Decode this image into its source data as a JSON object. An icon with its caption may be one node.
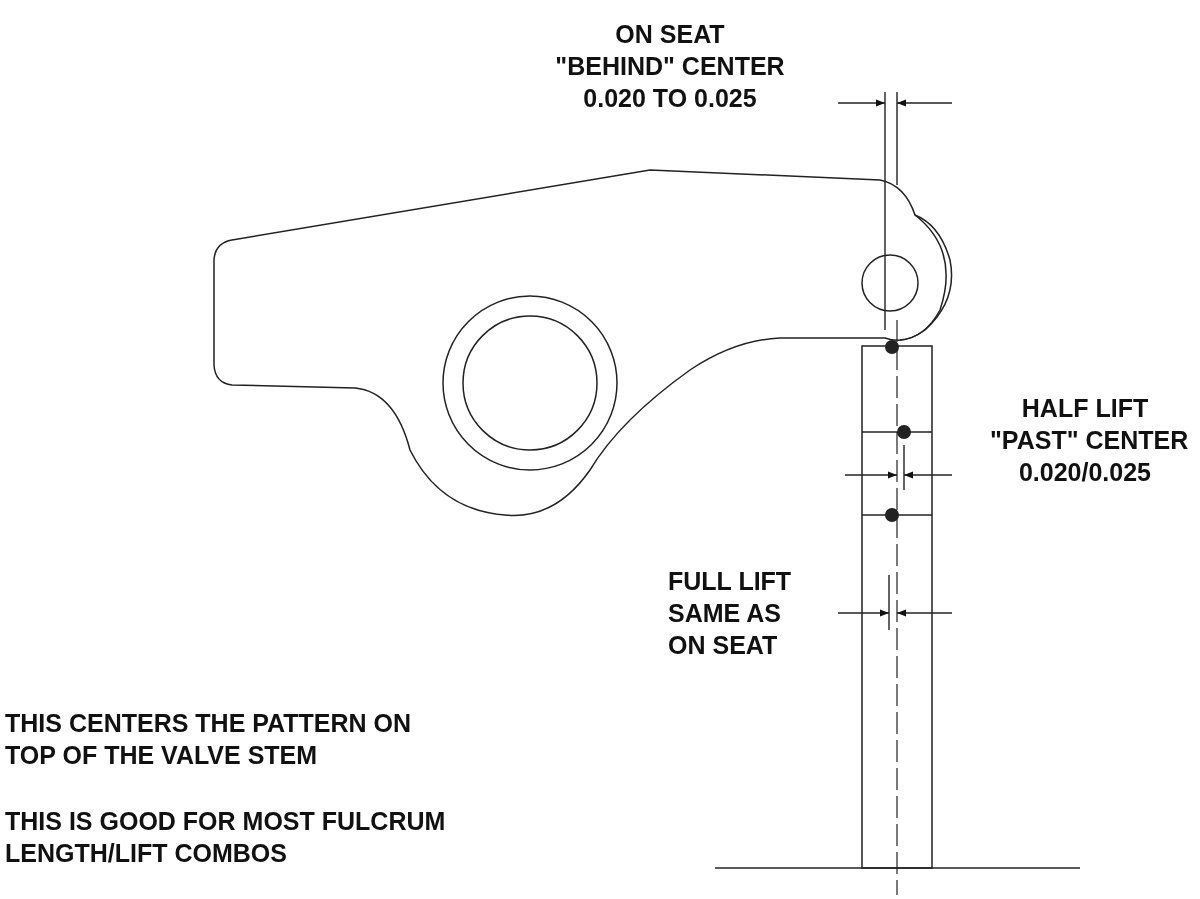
{
  "diagram": {
    "labels": [
      "ON SEAT \"BEHIND\" CENTER 0.020 TO 0.025",
      "HALF LIFT \"PAST\" CENTER 0.020/0.025",
      "FULL LIFT SAME AS ON SEAT",
      "THIS CENTERS THE PATTERN ON TOP OF THE VALVE STEM",
      "THIS IS GOOD FOR MOST FULCRUM LENGTH/LIFT COMBOS"
    ]
  }
}
